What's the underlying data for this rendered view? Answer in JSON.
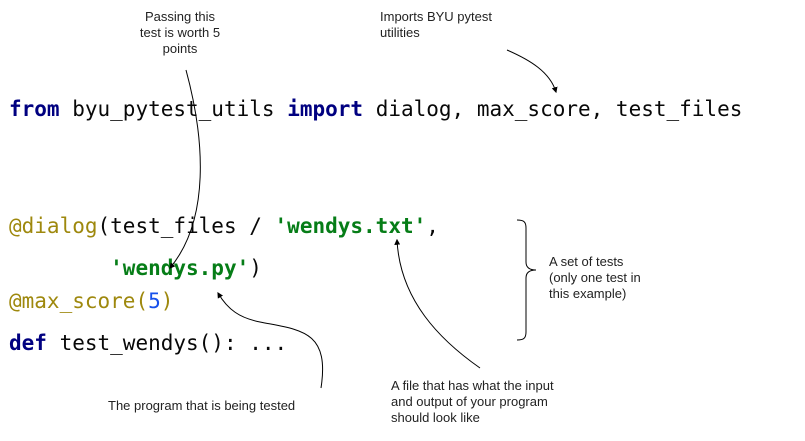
{
  "code": {
    "line1": {
      "kw_from": "from",
      "module": "byu_pytest_utils",
      "kw_import": "import",
      "names": "dialog, max_score, test_files"
    },
    "line2": {
      "decorator": "@dialog",
      "open": "(test_files / ",
      "string": "'wendys.txt'",
      "close": ","
    },
    "line3": {
      "indent": "        ",
      "string": "'wendys.py'",
      "close": ")"
    },
    "line4": {
      "decorator": "@max_score",
      "open": "(",
      "number": "5",
      "close": ")"
    },
    "line5": {
      "kw_def": "def",
      "rest": "test_wendys(): ..."
    }
  },
  "annotations": {
    "points": [
      "Passing this",
      "test is worth 5",
      "points"
    ],
    "imports": [
      "Imports BYU pytest",
      "utilities"
    ],
    "set_of_tests": [
      "A set of tests",
      "(only one test in",
      "this example)"
    ],
    "program": "The program that is being tested",
    "file": [
      "A file that has what the input",
      "and output of your program",
      "should look like"
    ]
  }
}
